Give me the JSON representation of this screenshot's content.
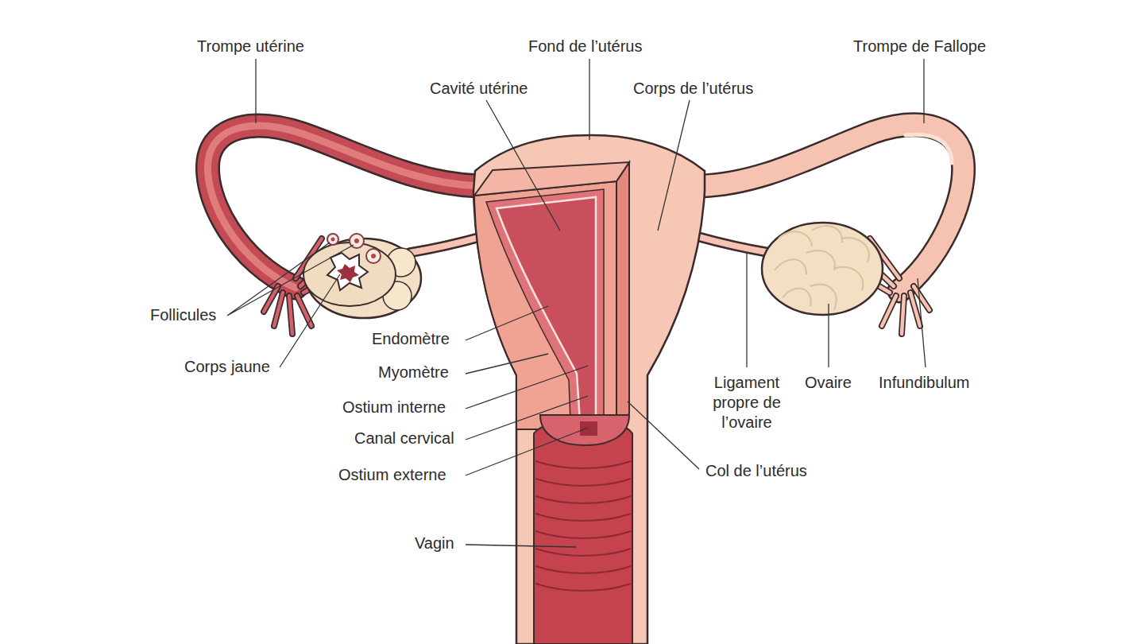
{
  "diagram": {
    "labels": [
      "Trompe utérine",
      "Fond de l’utérus",
      "Trompe de Fallope",
      "Cavité utérine",
      "Corps de l’utérus",
      "Follicules",
      "Corps jaune",
      "Endomètre",
      "Myomètre",
      "Ostium interne",
      "Canal cervical",
      "Ostium externe",
      "Vagin",
      "Ligament propre de l’ovaire",
      "Ovaire",
      "Infundibulum",
      "Col de l’utérus"
    ]
  }
}
